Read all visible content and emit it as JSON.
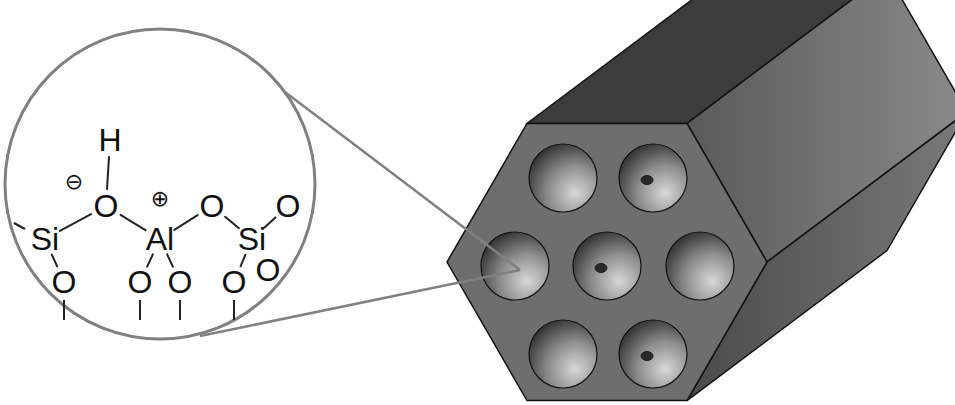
{
  "diagram": {
    "labels": [
      "H",
      "⊖",
      "O",
      "⊕",
      "O",
      "O",
      "Si",
      "Al",
      "Si",
      "O",
      "O",
      "O",
      "O",
      "O"
    ]
  }
}
